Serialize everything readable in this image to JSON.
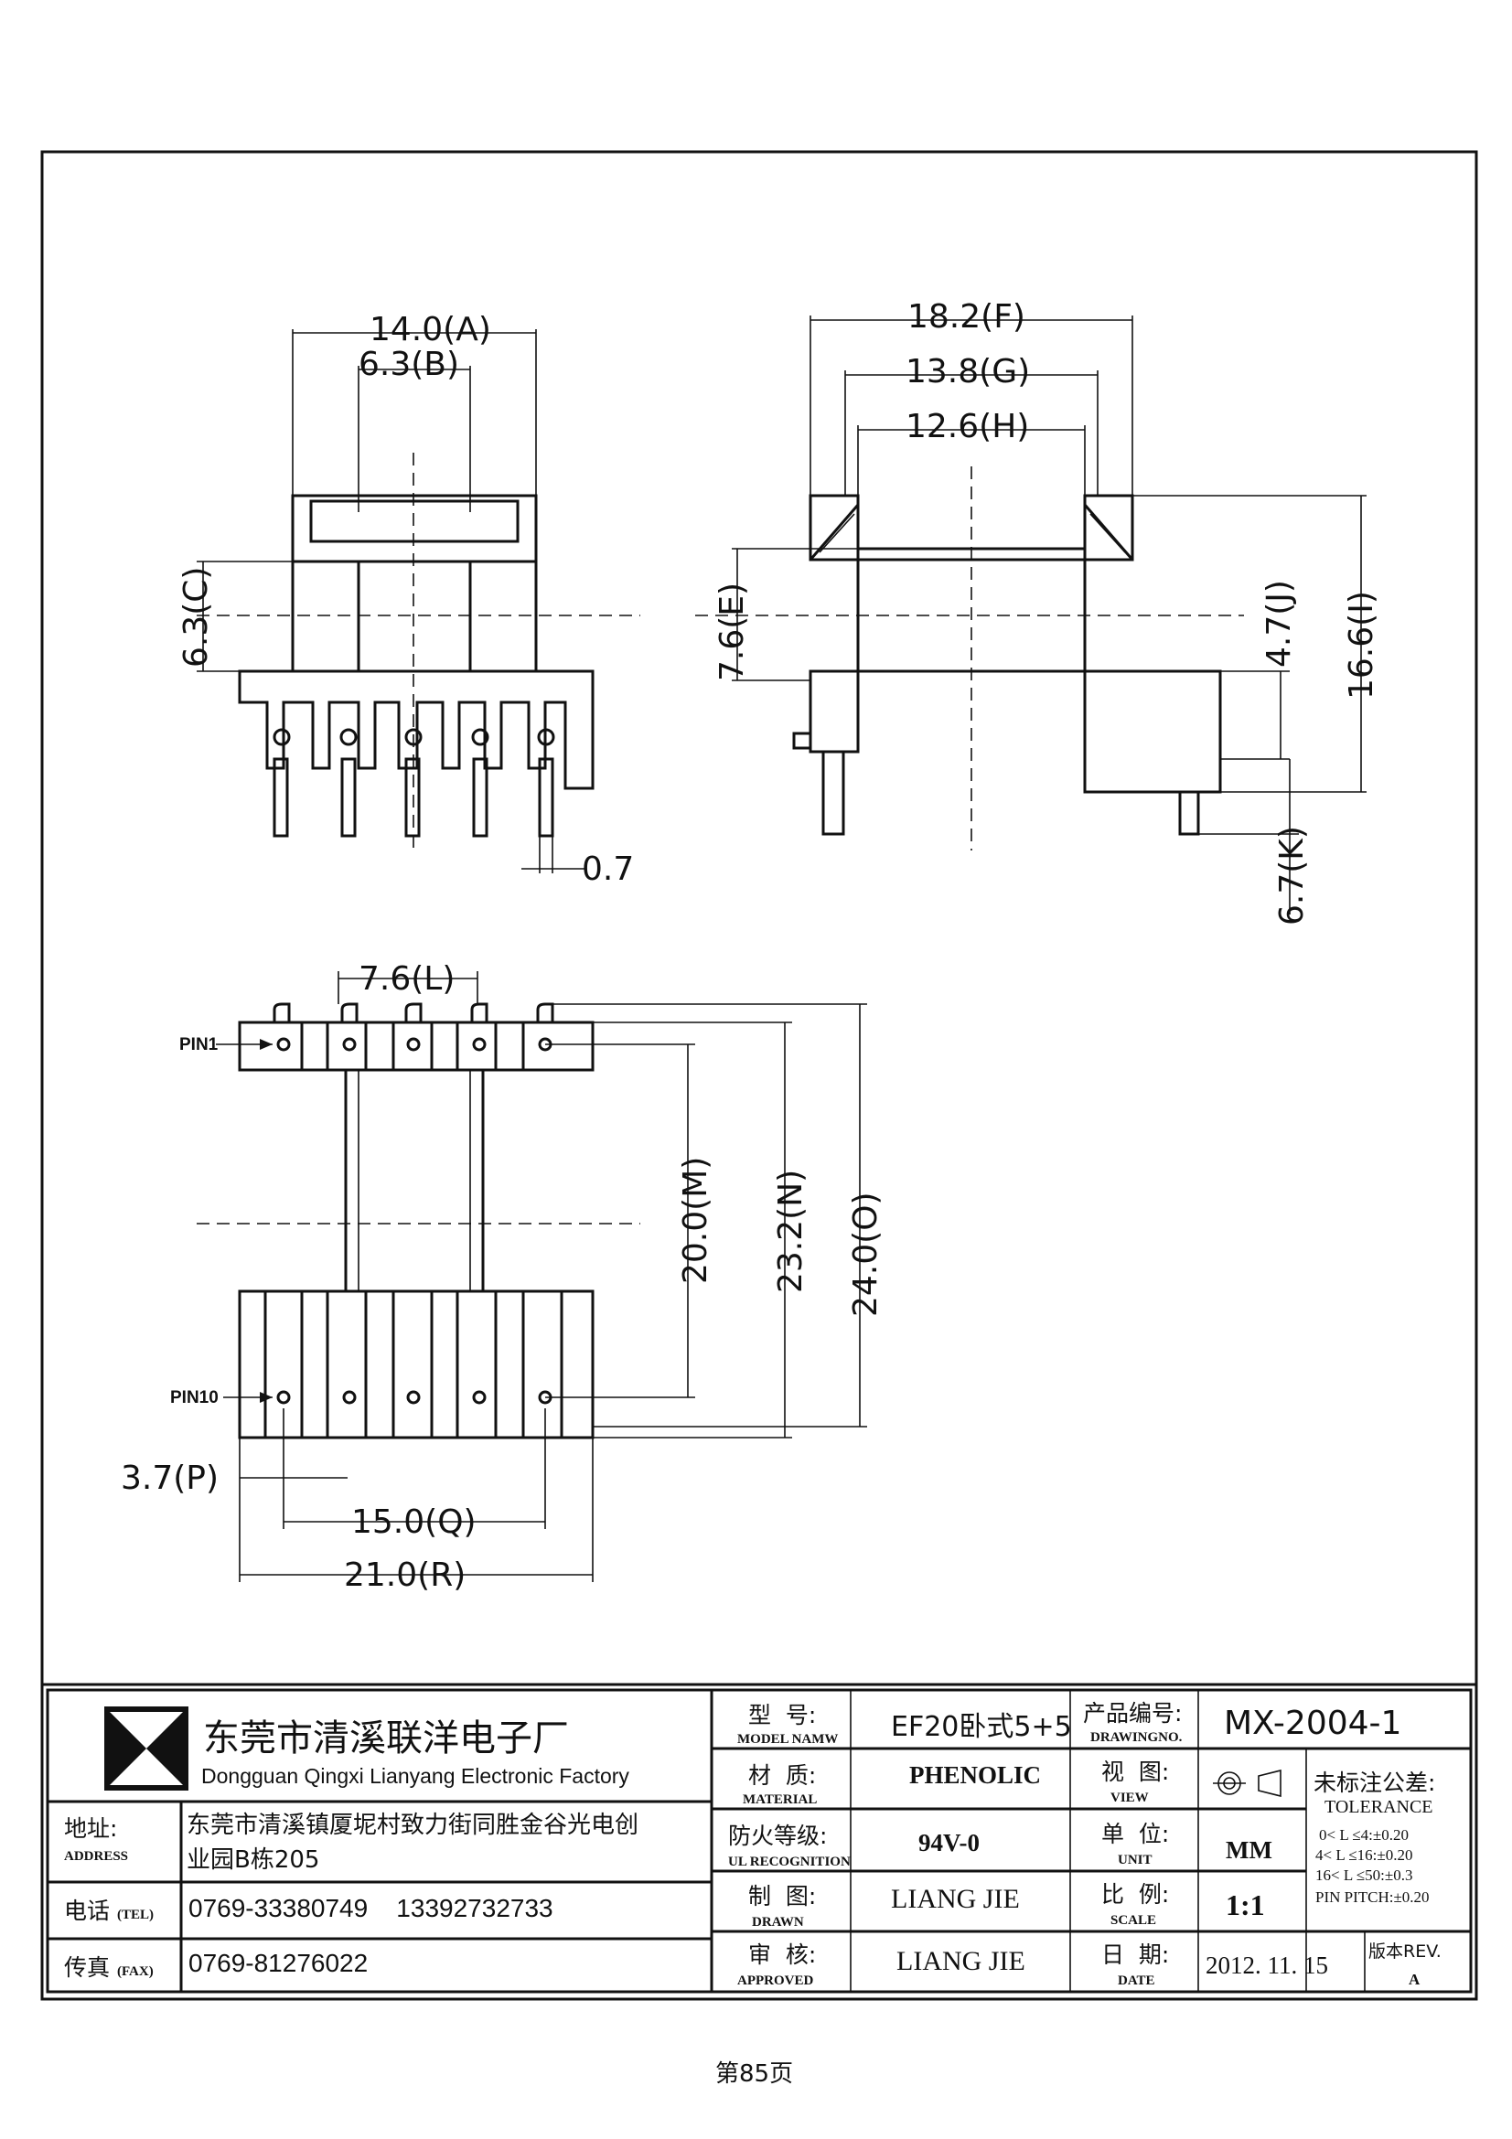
{
  "dimensions": {
    "A": "14.0(A)",
    "B": "6.3(B)",
    "C": "6.3(C)",
    "pin_width": "0.7",
    "F": "18.2(F)",
    "G": "13.8(G)",
    "H": "12.6(H)",
    "E": "7.6(E)",
    "J": "4.7(J)",
    "I": "16.6(I)",
    "K": "6.7(K)",
    "L": "7.6(L)",
    "M": "20.0(M)",
    "N": "23.2(N)",
    "O": "24.0(O)",
    "P": "3.7(P)",
    "Q": "15.0(Q)",
    "R": "21.0(R)"
  },
  "pins": {
    "pin1": "PIN1",
    "pin10": "PIN10"
  },
  "title_block": {
    "factory_cn": "东莞市清溪联洋电子厂",
    "factory_en": "Dongguan Qingxi Lianyang Electronic Factory",
    "address_label_cn": "地址:",
    "address_label_en": "ADDRESS",
    "address_line1": "东莞市清溪镇厦坭村致力街同胜金谷光电创",
    "address_line2": "业园B栋205",
    "tel_label_cn": "电话",
    "tel_label_en": "(TEL)",
    "tel_value": "0769-33380749    13392732733",
    "fax_label_cn": "传真",
    "fax_label_en": "(FAX)",
    "fax_value": "0769-81276022",
    "model_label_cn": "型  号:",
    "model_label_en": "MODEL NAMW",
    "model_value": "EF20卧式5+5",
    "material_label_cn": "材  质:",
    "material_label_en": "MATERIAL",
    "material_value": "PHENOLIC",
    "ul_label_cn": "防火等级:",
    "ul_label_en": "UL RECOGNITION",
    "ul_value": "94V-0",
    "drawn_label_cn": "制  图:",
    "drawn_label_en": "DRAWN",
    "drawn_value": "LIANG JIE",
    "approved_label_cn": "审  核:",
    "approved_label_en": "APPROVED",
    "approved_value": "LIANG JIE",
    "drawingno_label_cn": "产品编号:",
    "drawingno_label_en": "DRAWINGNO.",
    "drawingno_value": "MX-2004-1",
    "view_label_cn": "视  图:",
    "view_label_en": "VIEW",
    "unit_label_cn": "单  位:",
    "unit_label_en": "UNIT",
    "unit_value": "MM",
    "scale_label_cn": "比  例:",
    "scale_label_en": "SCALE",
    "scale_value": "1:1",
    "date_label_cn": "日  期:",
    "date_label_en": "DATE",
    "date_value": "2012. 11. 15",
    "tolerance_cn": "未标注公差:",
    "tolerance_en": "TOLERANCE",
    "tol1": "0< L ≤4:±0.20",
    "tol2": "4< L ≤16:±0.20",
    "tol3": "16< L ≤50:±0.3",
    "tol4": "PIN PITCH:±0.20",
    "rev_label": "版本REV.",
    "rev_value": "A"
  },
  "footer": "第85页"
}
